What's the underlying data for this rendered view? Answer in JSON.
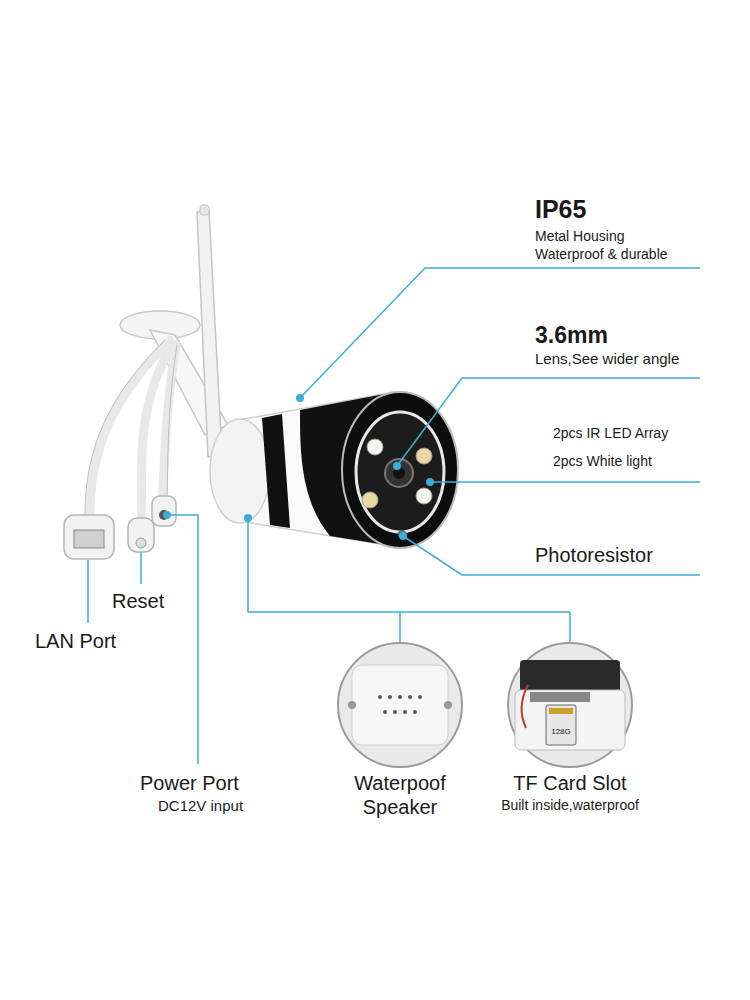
{
  "diagram": {
    "labels": [
      "IP65",
      "Metal Housing",
      "Waterproof & durable",
      "3.6mm",
      "Lens,See wider angle",
      "2pcs IR LED Array",
      "2pcs White light",
      "Photoresistor",
      "Reset",
      "LAN Port",
      "Power Port",
      "DC12V input",
      "Waterpoof Speaker",
      "TF Card Slot",
      "Built inside,waterproof",
      "128G"
    ]
  }
}
